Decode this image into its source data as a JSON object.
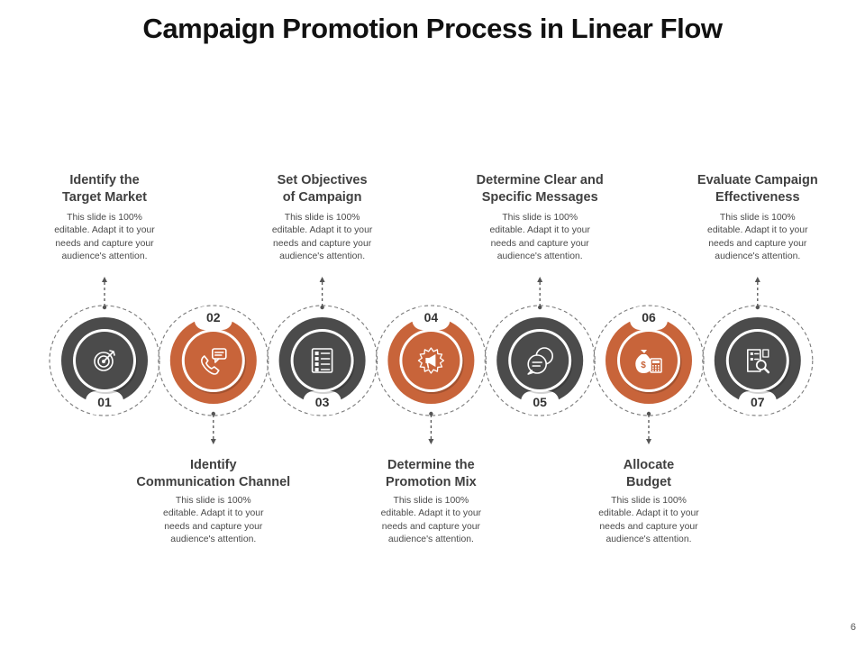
{
  "title": "Campaign Promotion Process in Linear Flow",
  "page_number": "6",
  "colors": {
    "dark": "#4b4b4b",
    "accent": "#c8643a",
    "title": "#111111",
    "text": "#4a4a4a"
  },
  "steps": [
    {
      "number": "01",
      "icon": "target-icon",
      "color": "dark",
      "title_lines": [
        "Identify the",
        "Target Market"
      ],
      "body_lines": [
        "This slide is 100%",
        "editable. Adapt it to your",
        "needs and capture your",
        "audience's attention."
      ]
    },
    {
      "number": "02",
      "icon": "phone-chat-icon",
      "color": "accent",
      "title_lines": [
        "Identify",
        "Communication Channel"
      ],
      "body_lines": [
        "This slide is 100%",
        "editable. Adapt it to your",
        "needs and capture your",
        "audience's attention."
      ]
    },
    {
      "number": "03",
      "icon": "checklist-icon",
      "color": "dark",
      "title_lines": [
        "Set Objectives",
        "of Campaign"
      ],
      "body_lines": [
        "This slide is 100%",
        "editable. Adapt it to your",
        "needs and capture your",
        "audience's attention."
      ]
    },
    {
      "number": "04",
      "icon": "megaphone-icon",
      "color": "accent",
      "title_lines": [
        "Determine the",
        "Promotion Mix"
      ],
      "body_lines": [
        "This slide is 100%",
        "editable. Adapt it to your",
        "needs and capture your",
        "audience's attention."
      ]
    },
    {
      "number": "05",
      "icon": "chat-bubbles-icon",
      "color": "dark",
      "title_lines": [
        "Determine Clear and",
        "Specific Messages"
      ],
      "body_lines": [
        "This slide is 100%",
        "editable. Adapt it to your",
        "needs and capture your",
        "audience's attention."
      ]
    },
    {
      "number": "06",
      "icon": "money-bag-calculator-icon",
      "color": "accent",
      "title_lines": [
        "Allocate",
        "Budget"
      ],
      "body_lines": [
        "This slide is 100%",
        "editable. Adapt it to your",
        "needs and capture your",
        "audience's attention."
      ]
    },
    {
      "number": "07",
      "icon": "report-magnifier-icon",
      "color": "dark",
      "title_lines": [
        "Evaluate Campaign",
        "Effectiveness"
      ],
      "body_lines": [
        "This slide is 100%",
        "editable. Adapt it to your",
        "needs and capture your",
        "audience's attention."
      ]
    }
  ]
}
